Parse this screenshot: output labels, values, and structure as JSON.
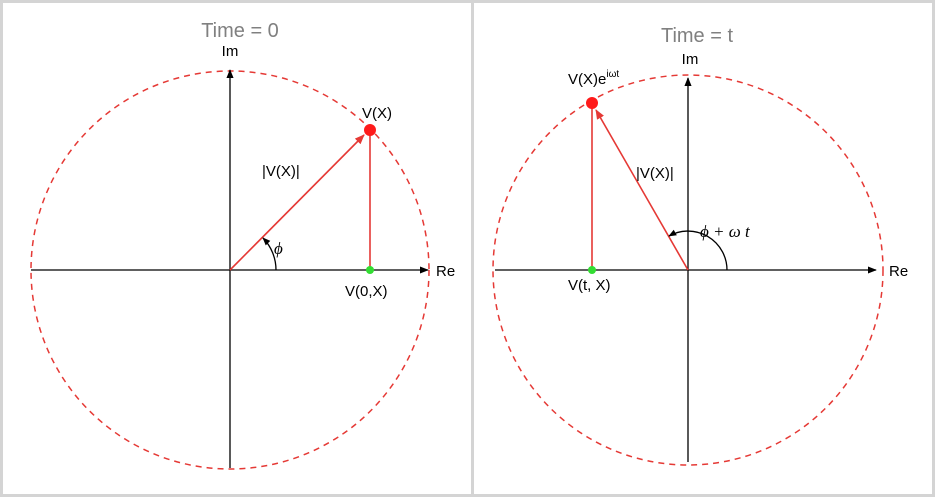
{
  "colors": {
    "circle": "#e53935",
    "vector": "#e53935",
    "tip_point": "#ff1a1a",
    "projection_point": "#33dd33",
    "axis": "#000000",
    "title": "#808080",
    "border": "#d4d4d4"
  },
  "left_panel": {
    "title": "Time = 0",
    "im_label": "Im",
    "re_label": "Re",
    "tip_label": "V(X)",
    "magnitude_label": "|V(X)|",
    "angle_label": "ϕ",
    "projection_label": "V(0,X)"
  },
  "right_panel": {
    "title": "Time = t",
    "im_label": "Im",
    "re_label": "Re",
    "tip_label_base": "V(X)e",
    "tip_label_sup": "iωt",
    "magnitude_label": "|V(X)|",
    "angle_label": "ϕ + ω t",
    "projection_label": "V(t, X)"
  }
}
